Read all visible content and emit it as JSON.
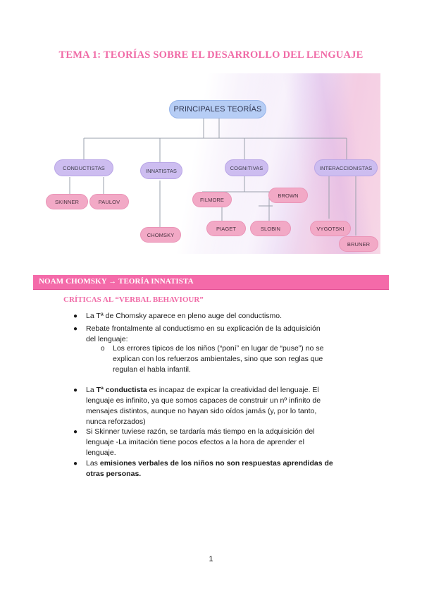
{
  "title": "TEMA 1: TEORÍAS SOBRE EL DESARROLLO DEL LENGUAJE",
  "diagram": {
    "root": "PRINCIPALES TEORÍAS",
    "conductistas": "CONDUCTISTAS",
    "innatistas": "INNATISTAS",
    "cognitivas": "COGNITIVAS",
    "interaccionistas": "INTERACCIONISTAS",
    "skinner": "SKINNER",
    "paulov": "PAULOV",
    "chomsky": "CHOMSKY",
    "filmore": "FILMORE",
    "brown": "BROWN",
    "piaget": "PIAGET",
    "slobin": "SLOBIN",
    "vygotski": "VYGOTSKI",
    "bruner": "BRUNER"
  },
  "section_bar": "NOAM CHOMSKY → TEORÍA INNATISTA",
  "subtitle": "CRÍTICAS AL “VERBAL BEHAVIOUR”",
  "bullets": {
    "b1": "La Tª de Chomsky aparece en pleno auge del conductismo.",
    "b2_l1": "Rebate frontalmente al conductismo en su explicación de la adquisición",
    "b2_l2": "del lenguaje:",
    "sub1_l1": "Los errores típicos de los niños (“poní” en lugar de “puse”) no se",
    "sub1_l2": "explican con los refuerzos ambientales, sino que son reglas que",
    "sub1_l3": "regulan el habla infantil.",
    "b3_pre": "La ",
    "b3_bold": "Tª conductista",
    "b3_l1_rest": " es incapaz de expicar la creatividad del lenguaje. El",
    "b3_l2": "lenguaje es infinito, ya que somos capaces de construir un nº infinito de",
    "b3_l3": "mensajes distintos, aunque no hayan sido oídos jamás (y, por lo tanto,",
    "b3_l4": "nunca reforzados)",
    "b4_l1": "Si Skinner tuviese razón, se tardaría más tiempo en la adquisición del",
    "b4_l2": "lenguaje -La imitación tiene pocos efectos a la hora de aprender el",
    "b4_l3": "lenguaje.",
    "b5_pre": "Las ",
    "b5_bold_l1": "emisiones verbales de los niños no son respuestas aprendidas de",
    "b5_bold_l2": "otras personas."
  },
  "page_number": "1",
  "colors": {
    "accent_pink": "#f06aa6",
    "bar_pink": "#f46aa9",
    "root_blue": "#b6cdf5",
    "node_lavender": "#cdbdf0",
    "node_pink": "#f2a9c6"
  }
}
